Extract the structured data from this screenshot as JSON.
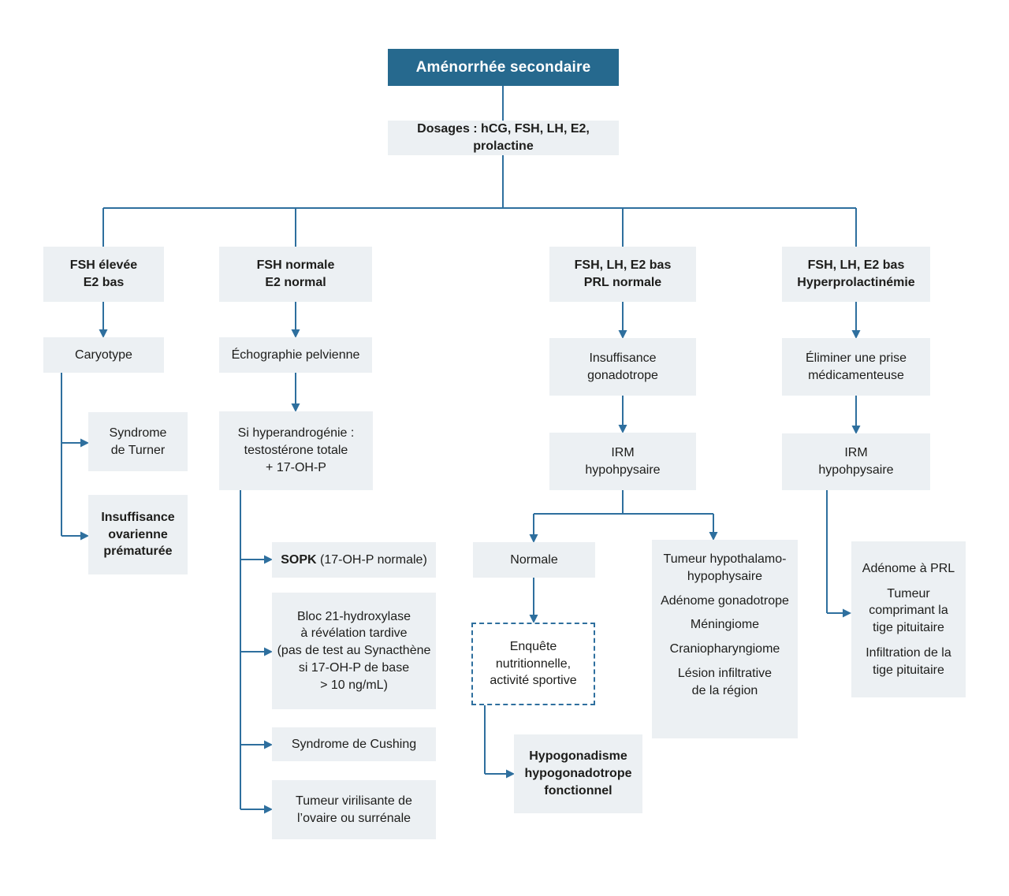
{
  "diagram": {
    "title": "Aménorrhée secondaire",
    "colors": {
      "title_bg": "#26698e",
      "title_text": "#ffffff",
      "node_bg": "#ecf0f3",
      "line": "#2e6f9e",
      "text": "#1d1d1b"
    },
    "nodes": {
      "dosages": "Dosages : hCG, FSH, LH, E2, prolactine",
      "branch1_header": "FSH élevée\nE2 bas",
      "caryotype": "Caryotype",
      "turner": "Syndrome\nde Turner",
      "insuffisance_ovarienne": "Insuffisance\novarienne\nprématurée",
      "branch2_header": "FSH normale\nE2 normal",
      "echographie": "Échographie pelvienne",
      "hyperandrogenie": "Si hyperandrogénie :\ntestostérone totale\n+ 17-OH-P",
      "sopk_bold": "SOPK",
      "sopk_rest": " (17-OH-P normale)",
      "bloc21": "Bloc 21-hydroxylase\nà révélation tardive\n(pas de test au Synacthène\nsi 17-OH-P de base\n> 10 ng/mL)",
      "cushing": "Syndrome de Cushing",
      "tumeur_virilisante": "Tumeur virilisante de\nl’ovaire ou surrénale",
      "branch3_header": "FSH, LH, E2 bas\nPRL normale",
      "insuffisance_gonadotrope": "Insuffisance\ngonadotrope",
      "irm_branch3": "IRM\nhypohpysaire",
      "normale": "Normale",
      "enquete": "Enquête\nnutritionnelle,\nactivité sportive",
      "hypogonadisme": "Hypogonadisme\nhypogonadotrope\nfonctionnel",
      "tumeurs_hypothalamo": [
        "Tumeur hypothalamo-\nhypophysaire",
        "Adénome gonadotrope",
        "Méningiome",
        "Craniopharyngiome",
        "Lésion infiltrative\nde la région"
      ],
      "branch4_header": "FSH, LH, E2 bas\nHyperprolactinémie",
      "eliminer": "Éliminer une prise\nmédicamenteuse",
      "irm_branch4": "IRM\nhypohpysaire",
      "adenome_prl": [
        "Adénome à PRL",
        "Tumeur\ncomprimant la\ntige pituitaire",
        "Infiltration de la\ntige pituitaire"
      ]
    }
  }
}
